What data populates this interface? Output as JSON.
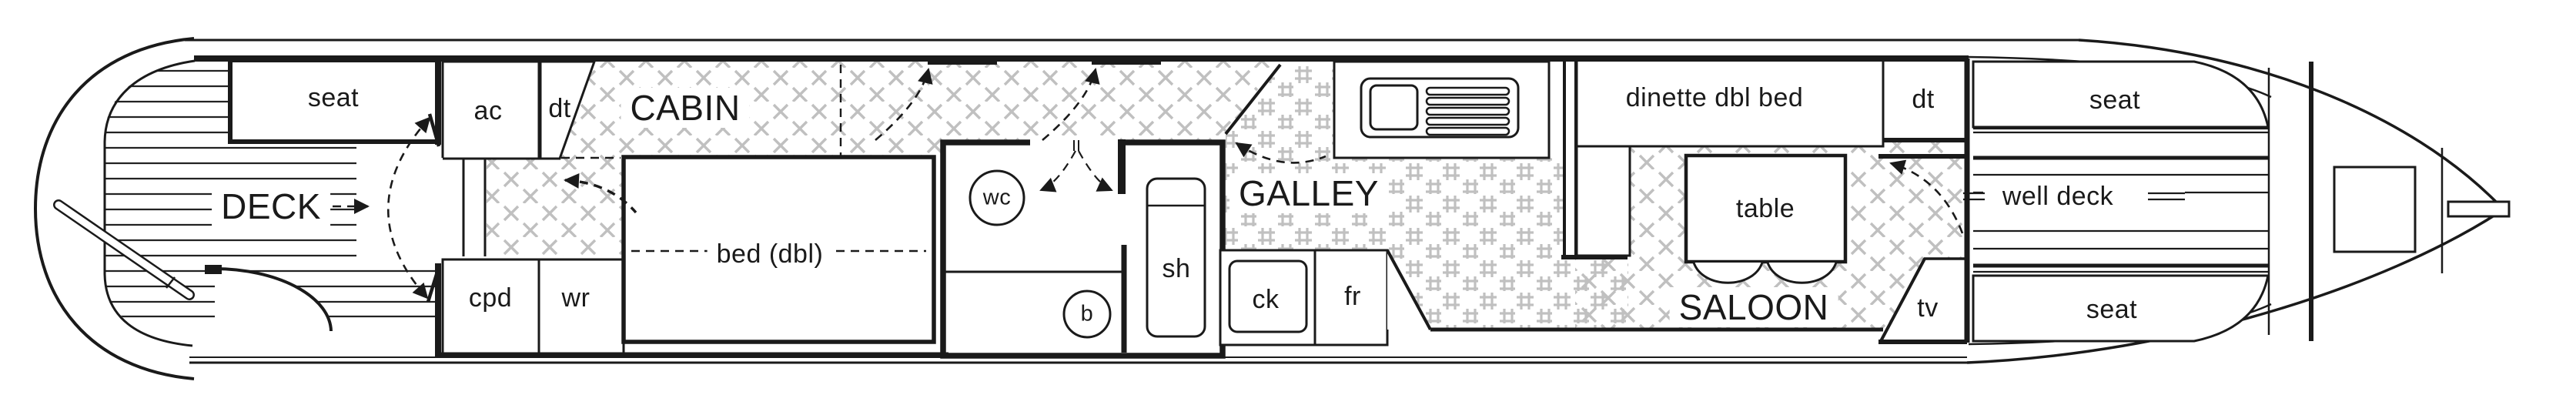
{
  "colors": {
    "ink": "#1a1a1a",
    "pattern_gray": "#c0c0c0",
    "background": "#ffffff"
  },
  "rooms": {
    "stern_seat": "seat",
    "deck": "DECK",
    "air_cupboard": "ac",
    "dt_aft": "dt",
    "cabin": "CABIN",
    "cupboard": "cpd",
    "wardrobe": "wr",
    "double_bed": "bed (dbl)",
    "wc": "wc",
    "basin": "b",
    "shower": "sh",
    "galley": "GALLEY",
    "cooker": "ck",
    "fridge": "fr",
    "dinette": "dinette dbl bed",
    "dt_fwd": "dt",
    "table": "table",
    "saloon": "SALOON",
    "tv": "tv",
    "fwd_seat_port": "seat",
    "well_deck": "well deck",
    "fwd_seat_starboard": "seat"
  }
}
